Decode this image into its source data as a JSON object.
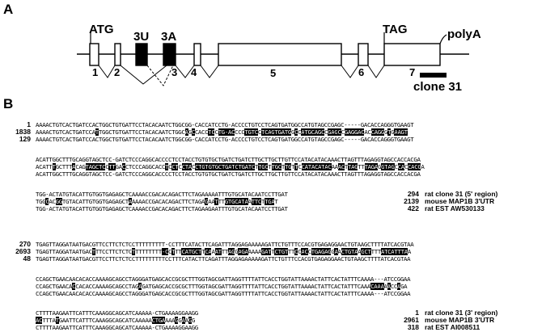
{
  "panel_a": {
    "label": "A",
    "atg": "ATG",
    "tag": "TAG",
    "polya": "polyA",
    "box_3u": "3U",
    "box_3a": "3A",
    "exons": [
      "1",
      "2",
      "3",
      "4",
      "5",
      "6",
      "7"
    ],
    "clone": "clone 31"
  },
  "panel_b": {
    "label": "B",
    "blocks": [
      {
        "rows": [
          {
            "num": "1",
            "seq": "AAAACTGTCACTGATCCACTGGCTGTGATTCCTACACAATCTGGCGG-CACCATCCTG-ACCCCTGTCCTCAGTGATGGCCATGTAGCCGAGC-----GACACCAGGGTGAAGT"
          },
          {
            "num": "1838",
            "seq": "AAAACTGTCACTGATCCATTGGCTGTGATTCCTACACAATCTGGCAGCCACCTCCTG-ACCCCTGTCCTCAGTGATGGCCATGCAGCCGAGCCGAGGACACCAGGGTGAAGT"
          },
          {
            "num": "129",
            "seq": "AAAACTGTCACTGATCCACTGGCTGTGATTCCTACACAATCTGGCGG-CACCATCCTG-ACCCCTGTCCTCAGTGATGGCCATGTAGCCGAGC-----GACACCAGGGTGAAGT"
          }
        ]
      },
      {
        "rows": [
          {
            "num": "",
            "seq": "ACATTGGCTTTGCAGGTAGCTCC-GATCTCCCAGGCACCCCTCCTACCTGTGTGCTGATCTGATCTTGCTTGCTTGTTCCATACATACAAACTTAGTTTAGAGGTAGCCACCACGA"
          },
          {
            "num": "",
            "seq": "ACATTTGCTTTACAGTAGCTCCTTGACCTCCCAGGCACCTCCTCCTACCTGTGTGCTGATCTGATCTTGCTTGCTTGTTCCATACATACAAACTTAGTTTAGAGGTAGCCACCACGA"
          },
          {
            "num": "",
            "seq": "ACATTGGCTTTGCAGGTAGCTCC-GATCTCCCAGGCACCCCTCCTACCTGTGTGCTGATCTGATCTTGCTTGCTTGTTCCATACATACAAACTTAGTTTAGAGGTAGCCACCACGA"
          }
        ]
      },
      {
        "rows": [
          {
            "num": "",
            "seq": "TGG-ACTATGTACATTGTGGTGAGAGCTCAAAACCGACACAGACTTCTAGAAAAATTTGTGCATACAATCCTTGAT",
            "end": "294",
            "label": "rat clone 31 (5' region)"
          },
          {
            "num": "",
            "seq": "TGGCACGGTGTACATTGTGGTGAGAGCTAAAAACCGACACAGACTTCTAGAGAATTTGTGCATAATTCTTGAT",
            "end": "2139",
            "label": "mouse MAP1B 3'UTR"
          },
          {
            "num": "",
            "seq": "TGG-ACTATGTACATTGTGGTGAGAGCTCAAAACCGACACAGACTTCTAGAAGAATTTGTGCATACAATCCTTGAT",
            "end": "422",
            "label": "rat EST AW530133"
          }
        ]
      },
      {
        "rows": [
          {
            "num": "270",
            "seq": "TGAGTTAGGATAATGACGTTCCTTCTCTCCTTTTTTTTT-CCTTTCATACTTCAGATTTAGGAGAAAAAGATTCTGTTTCCACGTGAGAGGAACTGTAAGCTTTTATCACGTAA"
          },
          {
            "num": "2693",
            "seq": "TGAGTTAGGATAATGACTTTCCTTCTCTCTTTTTTTTT-CCTTTCATGCTTCAAATTTAGGAGAAAAAGATTCTGTTTCCACCTGAGAGGAACTGTAAGCTTTTATCATTTAA"
          },
          {
            "num": "48",
            "seq": "TGAGTTAGGATAATGACGTTCCTTCTCTCCTTTTTTTTTCCTTTCATACTTCAGATTTAGGAGAAAAAGATTCTGTTTCCACGTGAGAGGAACTGTAAGCTTTTATCACGTAA"
          }
        ]
      },
      {
        "rows": [
          {
            "num": "",
            "seq": "CCAGCTGAACAACACACCAAAAGCAGCCTAGGGATGAGCACCGCGCTTTGGTAGCGATTAGGTTTTATTCACCTGGTATTAAAACTATTCACTATTTCAAAA---ATCCGGAA"
          },
          {
            "num": "",
            "seq": "CCAGCTGAACACCACACCAAAAGCAGCCTAGAGATGAGCACCGCGCTTTGGTAGCGATTAGGTTTTATTCACCTGGTATTAAAACTATTCACTATTTCAAACAAAAACCAGA"
          },
          {
            "num": "",
            "seq": "CCAGCTGAACAACACACCAAAAGCAGCCTAGGGATGAGCACCGCGCTTTGGTAGCGATTAGGTTTTATTCACCTGGTATTAAAACTATTCACTATTTCAAAA---ATCCGGAA"
          }
        ]
      },
      {
        "rows": [
          {
            "num": "",
            "seq": "CTTTTAAGAATTCATTTCAAAGGCAGCATCAAAAA-CTGAAAAGGAAGG",
            "end": "1",
            "label": "rat clone 31 (3' region)"
          },
          {
            "num": "",
            "seq": "ACTTTATGAATTCATTTCAAAGGCAGCATCAAAAACTGAAAAGGAAGG",
            "end": "2961",
            "label": "mouse MAP1B 3'UTR"
          },
          {
            "num": "",
            "seq": "CTTTTAAGAATTCATTTCAAAGGCAGCATCAAAAA-CTGAAAAGGAAGG",
            "end": "318",
            "label": "rat EST AI008511"
          }
        ]
      }
    ]
  }
}
